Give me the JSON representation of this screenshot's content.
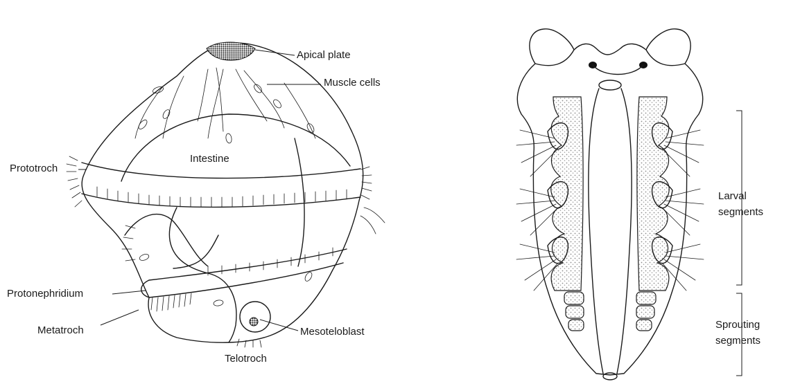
{
  "figures": {
    "trochophore": {
      "labels": {
        "apical_plate": "Apical plate",
        "muscle_cells": "Muscle cells",
        "prototroch": "Prototroch",
        "intestine": "Intestine",
        "protonephridium": "Protonephridium",
        "metatroch": "Metatroch",
        "mesoteloblast": "Mesoteloblast",
        "telotroch": "Telotroch"
      }
    },
    "segmented_larva": {
      "labels": {
        "larval_segments": [
          "Larval",
          "segments"
        ],
        "sprouting_segments": [
          "Sprouting",
          "segments"
        ]
      }
    }
  },
  "colors": {
    "ink": "#1a1a1a",
    "background": "#ffffff",
    "stipple": "#9a9a9a"
  }
}
